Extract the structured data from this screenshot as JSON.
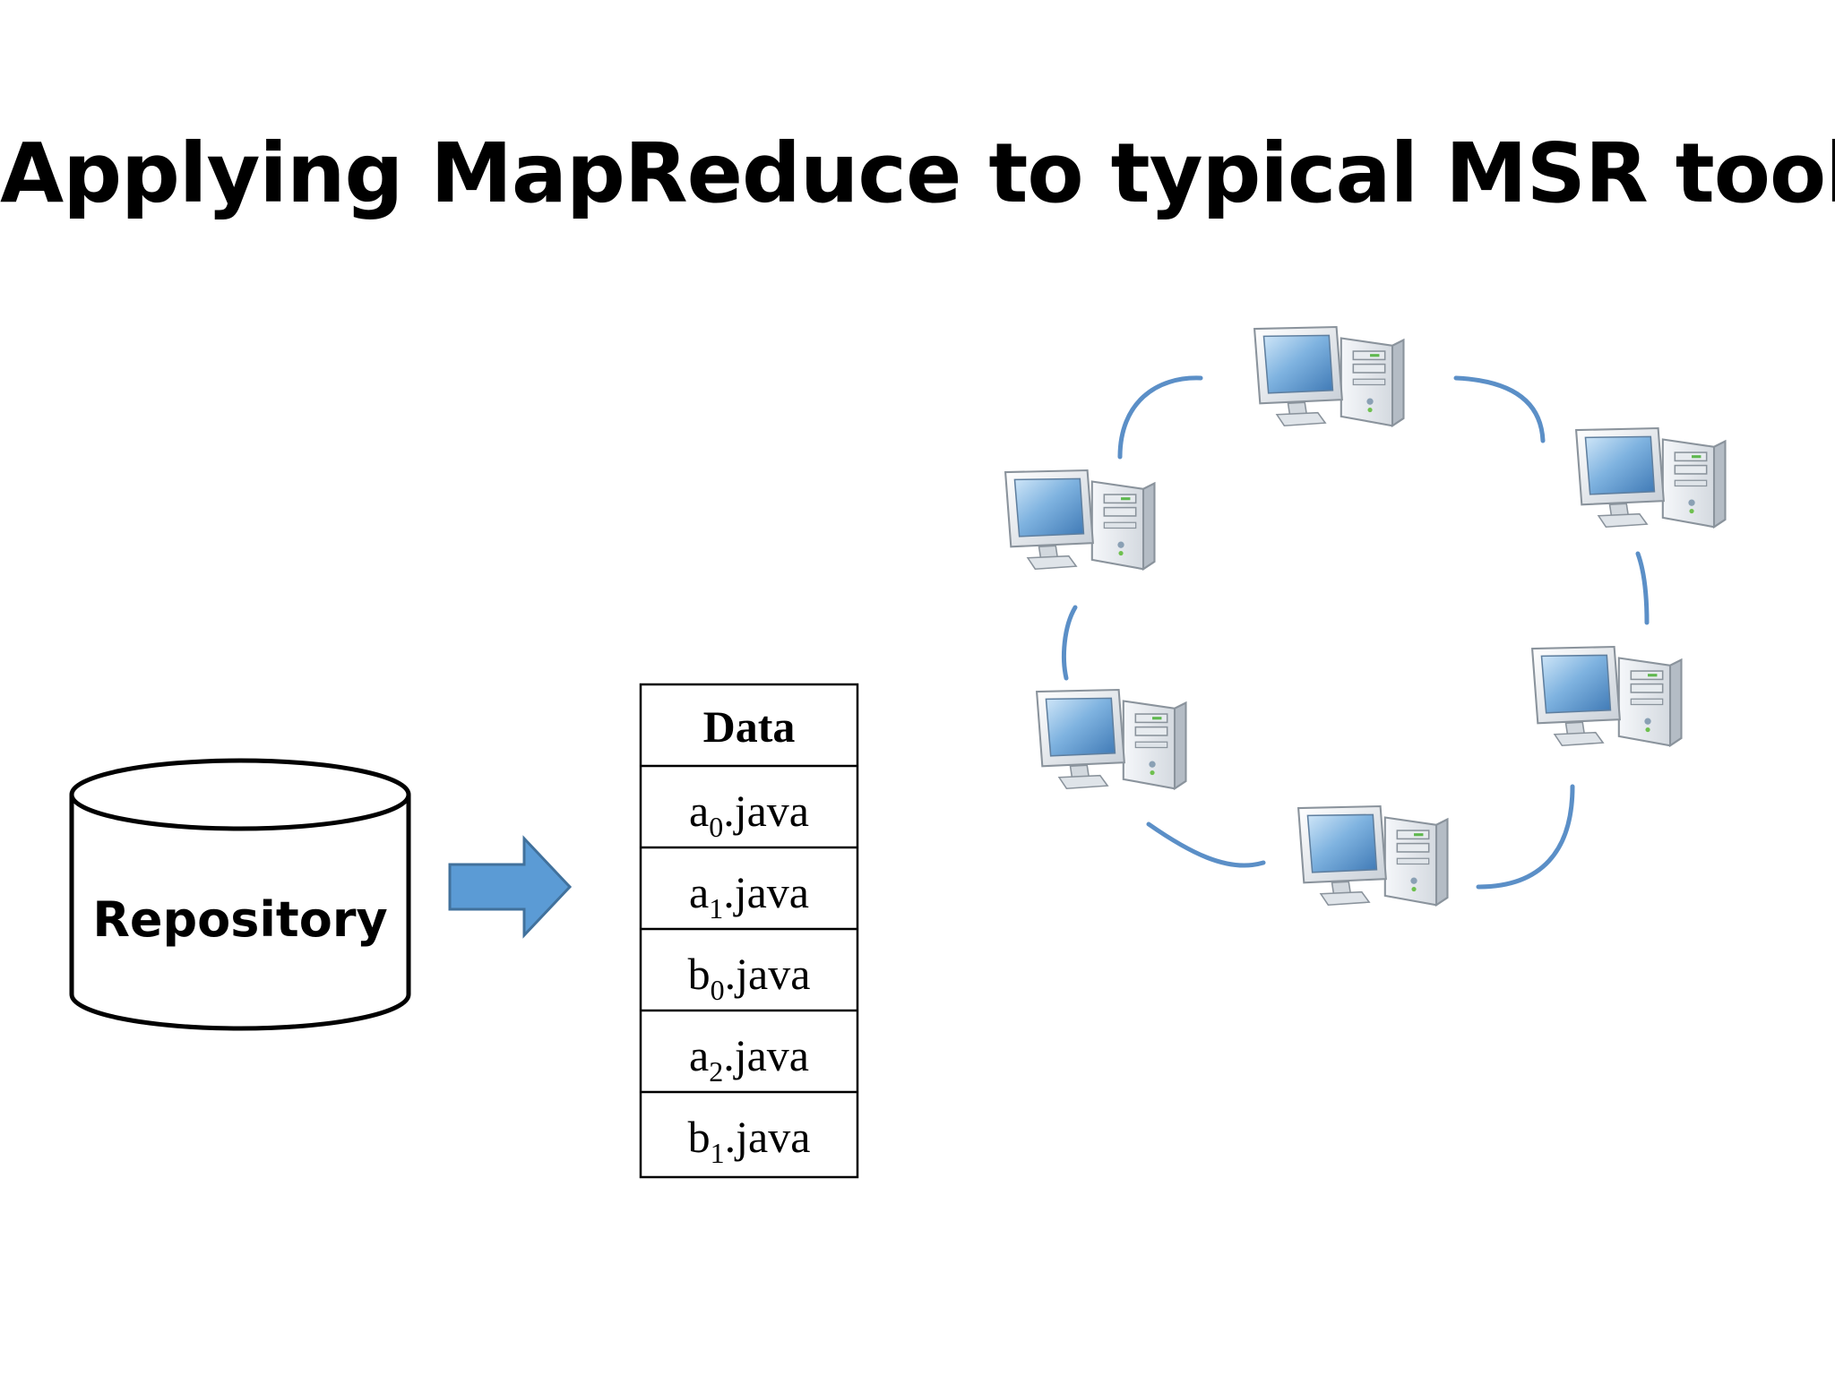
{
  "title": "Applying MapReduce to typical MSR tools",
  "repository": {
    "label": "Repository"
  },
  "data_table": {
    "header": "Data",
    "rows": [
      {
        "prefix": "a",
        "sub": "0",
        "suffix": ".java"
      },
      {
        "prefix": "a",
        "sub": "1",
        "suffix": ".java"
      },
      {
        "prefix": "b",
        "sub": "0",
        "suffix": ".java"
      },
      {
        "prefix": "a",
        "sub": "2",
        "suffix": ".java"
      },
      {
        "prefix": "b",
        "sub": "1",
        "suffix": ".java"
      }
    ]
  },
  "cluster": {
    "node_count": 6,
    "node_icon": "desktop-computer-icon",
    "link_color": "#5b8fc7"
  },
  "colors": {
    "arrow_fill": "#5b9bd5",
    "arrow_stroke": "#41719c",
    "monitor_screen": "#7fb3e0"
  }
}
